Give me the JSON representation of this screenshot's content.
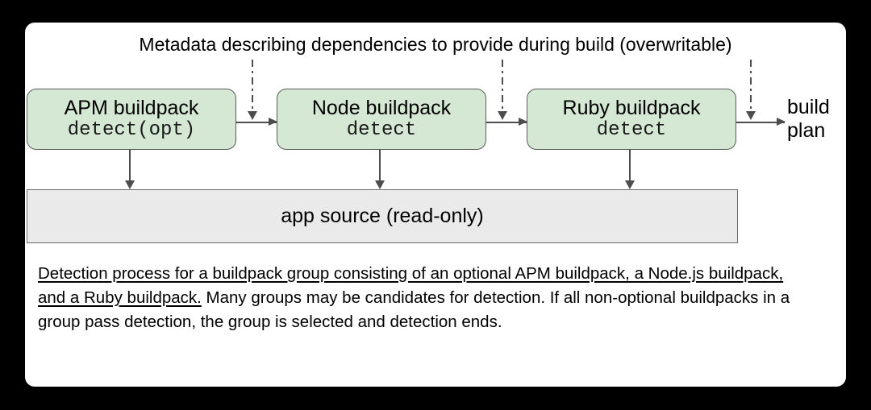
{
  "diagram": {
    "caption": "Metadata describing dependencies to provide during build (overwritable)",
    "buildpacks": [
      {
        "title": "APM buildpack",
        "fn": "detect(opt)"
      },
      {
        "title": "Node buildpack",
        "fn": "detect"
      },
      {
        "title": "Ruby buildpack",
        "fn": "detect"
      }
    ],
    "output": {
      "line1": "build",
      "line2": "plan"
    },
    "app_source": "app source (read-only)",
    "description": {
      "emphasis": "Detection process for a buildpack group consisting of an optional APM buildpack, a Node.js buildpack, and a Ruby buildpack.",
      "rest": " Many groups may be candidates for detection. If all non-optional buildpacks in a group pass detection, the group is selected and detection ends."
    },
    "colors": {
      "background": "#000000",
      "card": "#ffffff",
      "buildpack_fill": "#d5e8d4",
      "buildpack_stroke": "#5a5a5a",
      "app_source_fill": "#eaeaea",
      "app_source_stroke": "#6b6b6b",
      "connector": "#4d4d4d",
      "text": "#000000"
    }
  }
}
